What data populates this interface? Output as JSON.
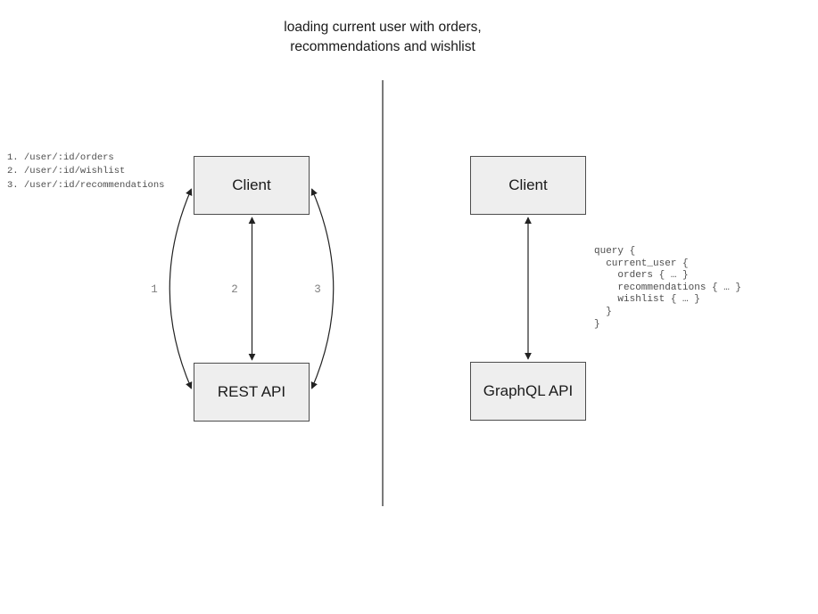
{
  "title": {
    "line1": "loading current user with orders,",
    "line2": "recommendations and wishlist"
  },
  "rest_panel": {
    "endpoints": [
      "1. /user/:id/orders",
      "2. /user/:id/wishlist",
      "3. /user/:id/recommendations"
    ],
    "client_label": "Client",
    "api_label": "REST API",
    "arrow_labels": [
      "1",
      "2",
      "3"
    ]
  },
  "graphql_panel": {
    "client_label": "Client",
    "api_label": "GraphQL API",
    "query_code": "query {\n  current_user {\n    orders { … }\n    recommendations { … }\n    wishlist { … }\n  }\n}"
  },
  "colors": {
    "box_fill": "#eeeeee",
    "box_border": "#4d4d4d",
    "arrow_stroke": "#222222",
    "divider": "#7a7a7a",
    "code_text": "#4d4d4d",
    "arrow_label_text": "#808080",
    "title_text": "#1a1a1a"
  }
}
